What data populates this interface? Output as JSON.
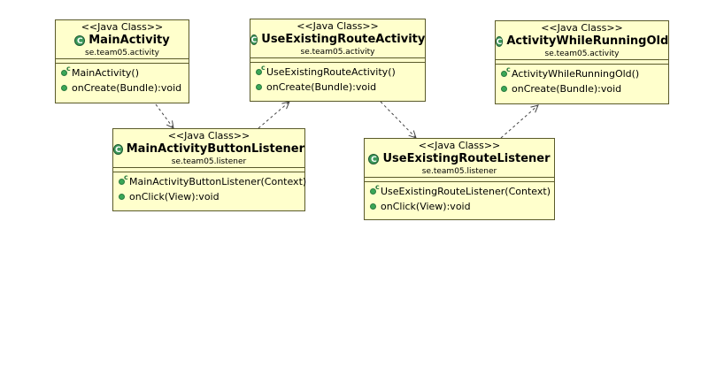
{
  "classes": [
    {
      "stereotype": "<<Java Class>>",
      "name": "MainActivity",
      "package": "se.team05.activity",
      "icon": "class-icon",
      "operations": [
        {
          "label": "MainActivity()",
          "kind": "constructor"
        },
        {
          "label": "onCreate(Bundle):void",
          "kind": "method"
        }
      ]
    },
    {
      "stereotype": "<<Java Class>>",
      "name": "UseExistingRouteActivity",
      "package": "se.team05.activity",
      "icon": "class-icon",
      "operations": [
        {
          "label": "UseExistingRouteActivity()",
          "kind": "constructor"
        },
        {
          "label": "onCreate(Bundle):void",
          "kind": "method"
        }
      ]
    },
    {
      "stereotype": "<<Java Class>>",
      "name": "ActivityWhileRunningOld",
      "package": "se.team05.activity",
      "icon": "class-icon",
      "operations": [
        {
          "label": "ActivityWhileRunningOld()",
          "kind": "constructor"
        },
        {
          "label": "onCreate(Bundle):void",
          "kind": "method"
        }
      ]
    },
    {
      "stereotype": "<<Java Class>>",
      "name": "MainActivityButtonListener",
      "package": "se.team05.listener",
      "icon": "class-icon",
      "operations": [
        {
          "label": "MainActivityButtonListener(Context)",
          "kind": "constructor"
        },
        {
          "label": "onClick(View):void",
          "kind": "method"
        }
      ]
    },
    {
      "stereotype": "<<Java Class>>",
      "name": "UseExistingRouteListener",
      "package": "se.team05.listener",
      "icon": "class-icon",
      "operations": [
        {
          "label": "UseExistingRouteListener(Context)",
          "kind": "constructor"
        },
        {
          "label": "onClick(View):void",
          "kind": "method"
        }
      ]
    }
  ],
  "dependencies": [
    {
      "from": "MainActivity",
      "to": "MainActivityButtonListener",
      "style": "dashed-arrow"
    },
    {
      "from": "MainActivityButtonListener",
      "to": "UseExistingRouteActivity",
      "style": "dashed-arrow"
    },
    {
      "from": "UseExistingRouteActivity",
      "to": "UseExistingRouteListener",
      "style": "dashed-arrow"
    },
    {
      "from": "UseExistingRouteListener",
      "to": "ActivityWhileRunningOld",
      "style": "dashed-arrow"
    }
  ],
  "colors": {
    "class_fill": "#ffffcc",
    "class_border": "#5a5a2a",
    "icon_green": "#3c9a5a",
    "edge": "#444444"
  }
}
